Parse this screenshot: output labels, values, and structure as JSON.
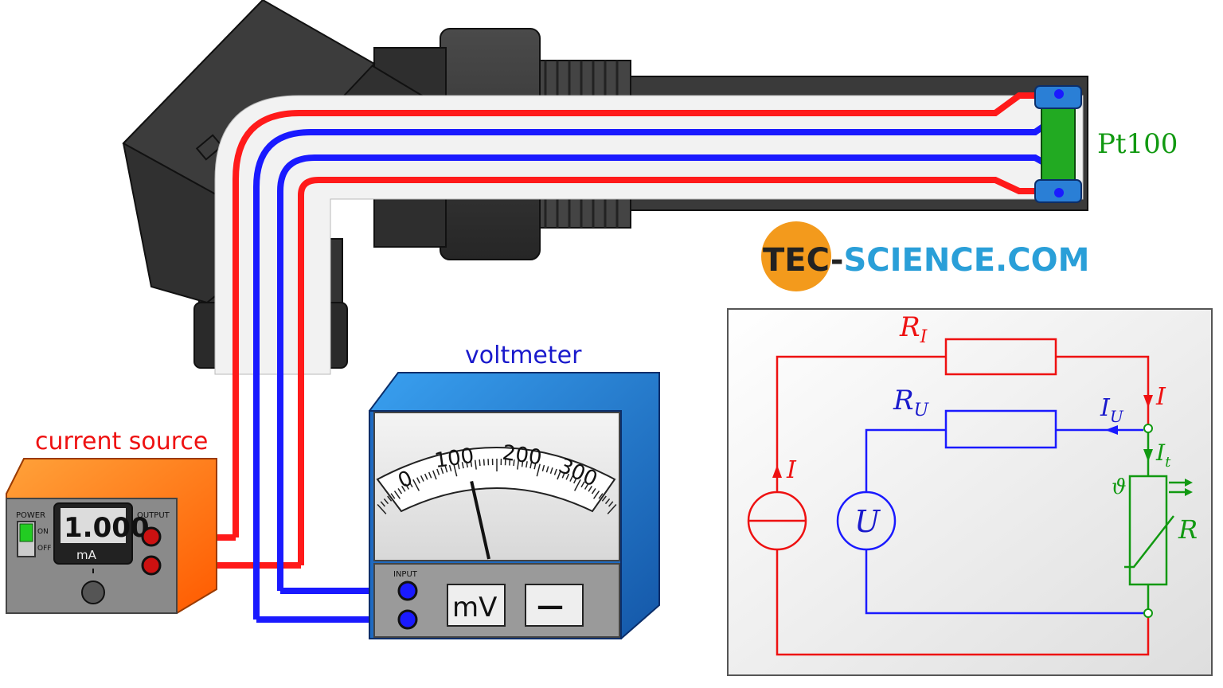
{
  "labels": {
    "sensor": "Pt100",
    "voltmeter": "voltmeter",
    "current_source": "current source"
  },
  "logo": {
    "part1": "TEC",
    "part2": "-",
    "part3": "SCIENCE",
    "part4": ".COM"
  },
  "current_source": {
    "display_value": "1.000",
    "display_unit": "mA",
    "power_label": "POWER",
    "on_label": "ON",
    "off_label": "OFF",
    "output_label": "OUTPUT"
  },
  "voltmeter": {
    "scale": [
      "0",
      "100",
      "200",
      "300"
    ],
    "input_label": "INPUT",
    "unit_button": "mV",
    "mode_button": "—",
    "needle_value": 105
  },
  "circuit": {
    "R_I": {
      "main": "R",
      "sub": "I"
    },
    "R_U": {
      "main": "R",
      "sub": "U"
    },
    "I_U": {
      "main": "I",
      "sub": "U"
    },
    "I_t": {
      "main": "I",
      "sub": "t"
    },
    "I_right": "I",
    "I_left": "I",
    "U": "U",
    "R": "R",
    "theta": "ϑ"
  },
  "colors": {
    "current_wire": "#ff1a1a",
    "voltage_wire": "#1a1aff",
    "sensor": "#22aa22",
    "label_blue": "#1a1acc",
    "label_red": "#ee1111",
    "label_green": "#119911",
    "logo_orange": "#f39a1c",
    "logo_blue": "#2a9fd8"
  }
}
